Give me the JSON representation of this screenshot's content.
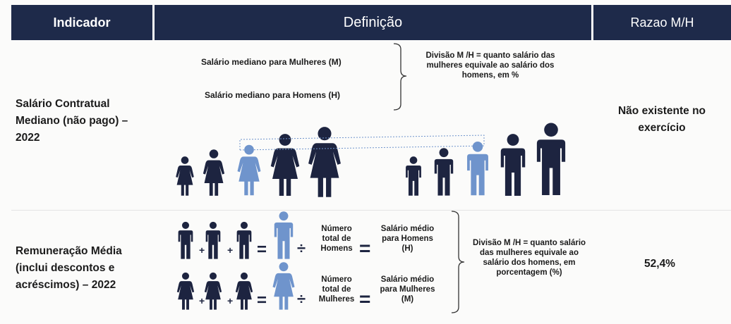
{
  "header": {
    "indicator": "Indicador",
    "definition": "Definição",
    "ratio": "Razao M/H"
  },
  "row1": {
    "indicator": "Salário Contratual Mediano (não pago) – 2022",
    "women_label": "Salário mediano para Mulheres (M)",
    "men_label": "Salário mediano para Homens (H)",
    "explanation": "Divisão M /H = quanto salário das mulheres equivale ao salário dos homens, em %",
    "ratio": "Não existente no exercício"
  },
  "row2": {
    "indicator": "Remuneração Média (inclui descontos e acréscimos) – 2022",
    "men_count_label": "Número total de Homens",
    "women_count_label": "Número total de Mulheres",
    "men_result": "Salário médio para Homens (H)",
    "women_result": "Salário médio para Mulheres (M)",
    "explanation": "Divisão M /H = quanto salário das mulheres equivale ao salário dos homens, em porcentagem (%)",
    "ratio": "52,4%"
  },
  "icons": {
    "dark_color": "#1d2440",
    "highlight_color": "#6f94cc"
  },
  "operators": {
    "plus": "+",
    "equals": "=",
    "divide": "÷"
  }
}
